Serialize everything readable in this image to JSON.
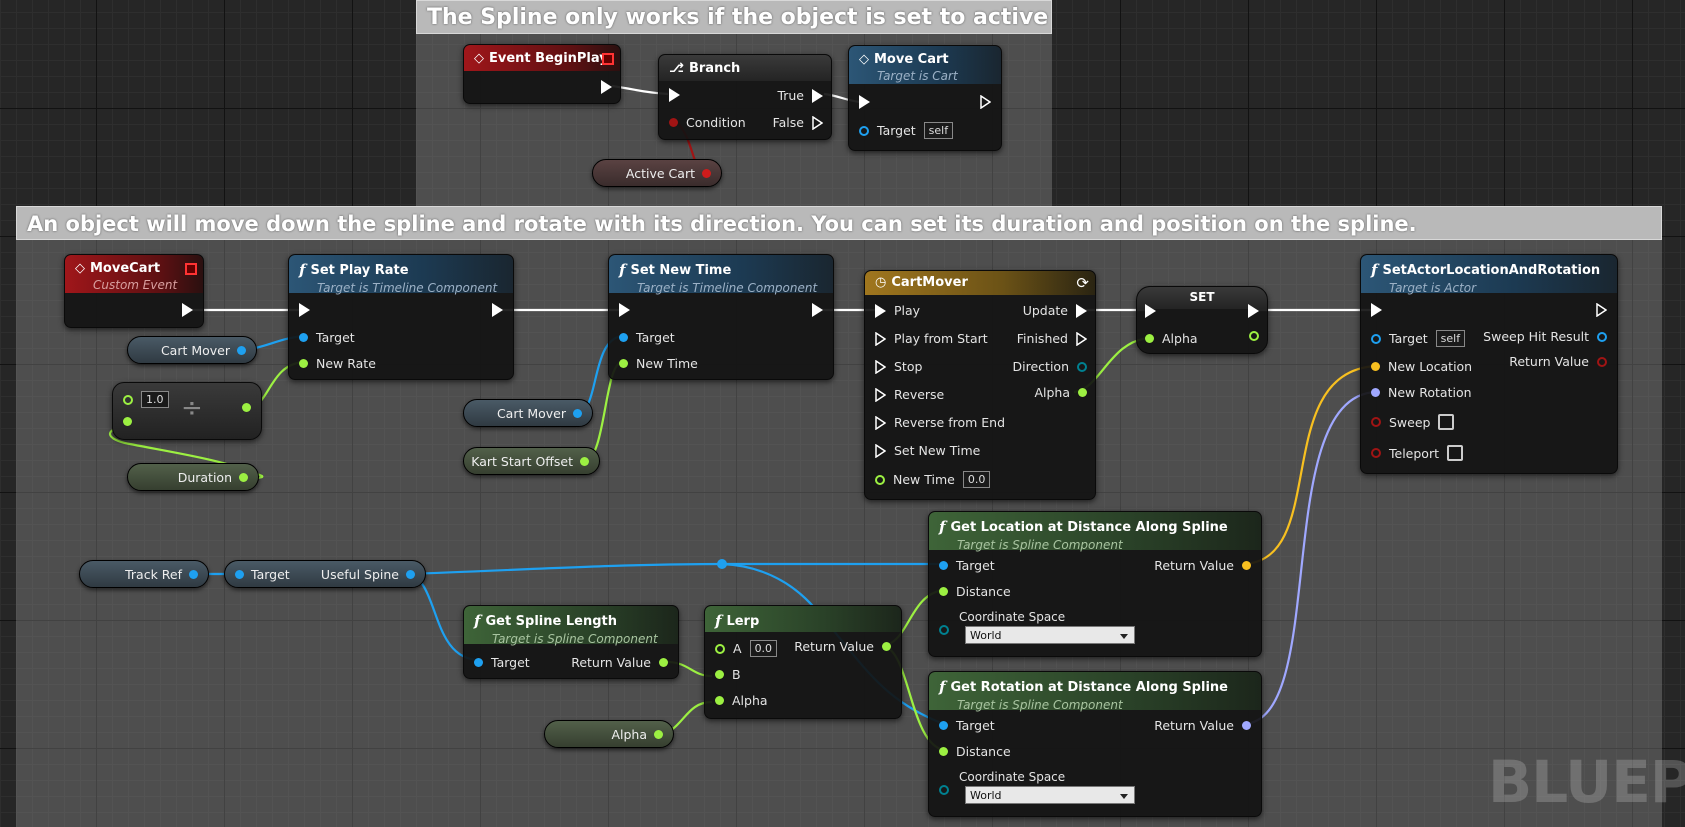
{
  "comments": {
    "top": "The Spline only works if the object is set to active",
    "main": "An object will move down the spline and rotate with its direction. You can set its duration and position on the spline."
  },
  "nodes": {
    "event_beginplay": {
      "title": "Event BeginPlay"
    },
    "branch": {
      "title": "Branch",
      "true_label": "True",
      "false_label": "False",
      "condition_label": "Condition"
    },
    "move_cart_call": {
      "title": "Move Cart",
      "subtitle": "Target is Cart",
      "target_label": "Target",
      "target_value": "self"
    },
    "active_cart": {
      "label": "Active Cart"
    },
    "movecart_event": {
      "title": "MoveCart",
      "subtitle": "Custom Event"
    },
    "set_play_rate": {
      "title": "Set Play Rate",
      "subtitle": "Target is Timeline Component",
      "target_label": "Target",
      "rate_label": "New Rate"
    },
    "set_new_time": {
      "title": "Set New Time",
      "subtitle": "Target is Timeline Component",
      "target_label": "Target",
      "time_label": "New Time"
    },
    "cartmover": {
      "title": "CartMover",
      "inputs": [
        "Play",
        "Play from Start",
        "Stop",
        "Reverse",
        "Reverse from End",
        "Set New Time"
      ],
      "new_time_label": "New Time",
      "new_time_value": "0.0",
      "outputs": [
        "Update",
        "Finished",
        "Direction",
        "Alpha"
      ]
    },
    "set_node": {
      "title": "SET",
      "alpha_label": "Alpha"
    },
    "set_actor": {
      "title": "SetActorLocationAndRotation",
      "subtitle": "Target is Actor",
      "target_label": "Target",
      "target_value": "self",
      "new_location": "New Location",
      "new_rotation": "New Rotation",
      "sweep": "Sweep",
      "teleport": "Teleport",
      "sweep_hit": "Sweep Hit Result",
      "return_value": "Return Value"
    },
    "cart_mover_var1": {
      "label": "Cart Mover"
    },
    "divide": {
      "value": "1.0",
      "symbol": "÷"
    },
    "duration": {
      "label": "Duration"
    },
    "cart_mover_var2": {
      "label": "Cart Mover"
    },
    "kart_start_offset": {
      "label": "Kart Start Offset"
    },
    "track_ref": {
      "label": "Track Ref"
    },
    "useful_spine": {
      "target_label": "Target",
      "output_label": "Useful Spine"
    },
    "get_spline_length": {
      "title": "Get Spline Length",
      "subtitle": "Target is Spline Component",
      "target_label": "Target",
      "return_label": "Return Value"
    },
    "lerp": {
      "title": "Lerp",
      "a_label": "A",
      "a_value": "0.0",
      "b_label": "B",
      "alpha_label": "Alpha",
      "return_label": "Return Value"
    },
    "alpha_var": {
      "label": "Alpha"
    },
    "get_location": {
      "title": "Get Location at Distance Along Spline",
      "subtitle": "Target is Spline Component",
      "target_label": "Target",
      "distance_label": "Distance",
      "coord_label": "Coordinate Space",
      "coord_value": "World",
      "return_label": "Return Value"
    },
    "get_rotation": {
      "title": "Get Rotation at Distance Along Spline",
      "subtitle": "Target is Spline Component",
      "target_label": "Target",
      "distance_label": "Distance",
      "coord_label": "Coordinate Space",
      "coord_value": "World",
      "return_label": "Return Value"
    }
  },
  "watermark": "BLUEPR",
  "colors": {
    "exec": "#ffffff",
    "object": "#1ea0f0",
    "float": "#9cf042",
    "bool": "#a01414",
    "vector": "#f8c020",
    "rotator": "#a0a8ff",
    "hit": "#008090"
  }
}
